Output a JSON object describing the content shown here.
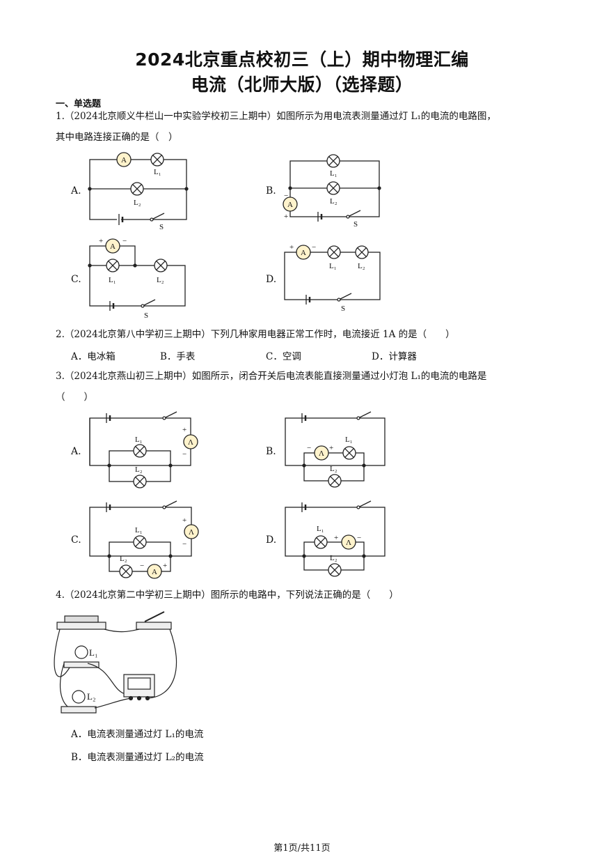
{
  "title_line1": "2024北京重点校初三（上）期中物理汇编",
  "title_line2": "电流（北师大版）（选择题）",
  "section": "一、单选题",
  "q1": {
    "line1": "1.（2024北京顺义牛栏山一中实验学校初三上期中）如图所示为用电流表测量通过灯 L₁的电流的电路图，",
    "line2": "其中电路连接正确的是（　）",
    "opts": [
      "A.",
      "B.",
      "C.",
      "D."
    ]
  },
  "q2": {
    "line1": "2.（2024北京第八中学初三上期中）下列几种家用电器正常工作时，电流接近 1A 的是（　　）",
    "opts": [
      "A．电冰箱",
      "B．手表",
      "C．空调",
      "D．计算器"
    ]
  },
  "q3": {
    "line1": "3.（2024北京燕山初三上期中）如图所示，闭合开关后电流表能直接测量通过小灯泡 L₁的电流的电路是",
    "line2": "（　　）",
    "opts": [
      "A.",
      "B.",
      "C.",
      "D."
    ]
  },
  "q4": {
    "line1": "4.（2024北京第二中学初三上期中）图所示的电路中，下列说法正确的是（　　）",
    "opts": [
      "A．电流表测量通过灯 L₁的电流",
      "B．电流表测量通过灯 L₂的电流"
    ]
  },
  "labels": {
    "ammeter": "A",
    "ammeter_alt": "Λ",
    "switch": "S",
    "l1": "L₁",
    "l2": "L₂",
    "plus": "+",
    "minus": "−"
  },
  "footer": "第1页/共11页"
}
